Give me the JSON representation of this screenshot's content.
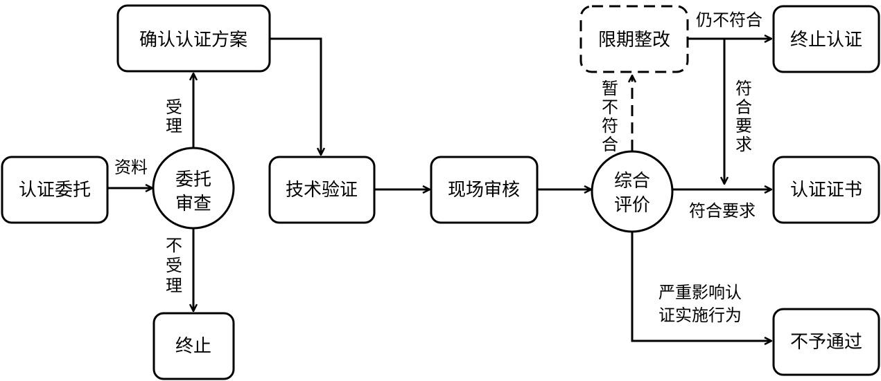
{
  "nodes": {
    "entrust": "认证委托",
    "review": [
      "委托",
      "审查"
    ],
    "confirm_plan": "确认认证方案",
    "terminate": "终止",
    "tech_verify": "技术验证",
    "site_audit": "现场审核",
    "evaluate": [
      "综合",
      "评价"
    ],
    "rectify": "限期整改",
    "stop_cert": "终止认证",
    "certificate": "认证证书",
    "reject": "不予通过"
  },
  "edges": {
    "materials": "资料",
    "accept": "受理",
    "not_accept": "不受理",
    "temp_noncompliant": "暂不符合",
    "still_noncompliant": "仍不符合",
    "compliant_vertical": "符合要求",
    "compliant": "符合要求",
    "serious": [
      "严重影响认",
      "证实施行为"
    ]
  },
  "colors": {
    "stroke": "#000000",
    "fill": "#ffffff",
    "text": "#000000"
  }
}
